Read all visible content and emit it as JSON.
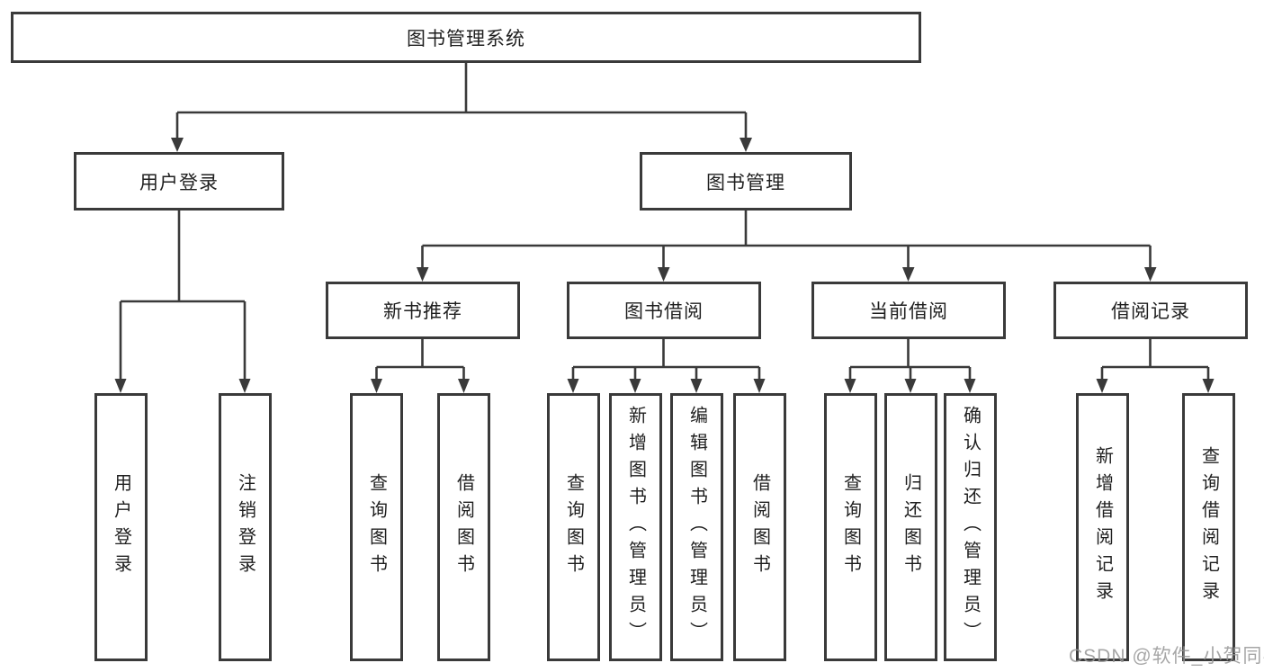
{
  "tree": {
    "root": {
      "label": "图书管理系统"
    },
    "children": [
      {
        "label": "用户登录",
        "children": [
          {
            "label": "用户登录"
          },
          {
            "label": "注销登录"
          }
        ]
      },
      {
        "label": "图书管理",
        "children": [
          {
            "label": "新书推荐",
            "children": [
              {
                "label": "查询图书"
              },
              {
                "label": "借阅图书"
              }
            ]
          },
          {
            "label": "图书借阅",
            "children": [
              {
                "label": "查询图书"
              },
              {
                "label": "新增图书（管理员）"
              },
              {
                "label": "编辑图书（管理员）"
              },
              {
                "label": "借阅图书"
              }
            ]
          },
          {
            "label": "当前借阅",
            "children": [
              {
                "label": "查询图书"
              },
              {
                "label": "归还图书"
              },
              {
                "label": "确认归还（管理员）"
              }
            ]
          },
          {
            "label": "借阅记录",
            "children": [
              {
                "label": "新增借阅记录"
              },
              {
                "label": "查询借阅记录"
              }
            ]
          }
        ]
      }
    ]
  },
  "watermark": {
    "text": "CSDN @软件_小贺同学"
  },
  "colors": {
    "line": "#3a3a3a",
    "text": "#1f1f1f",
    "background": "#ffffff",
    "watermark": "#969696"
  }
}
